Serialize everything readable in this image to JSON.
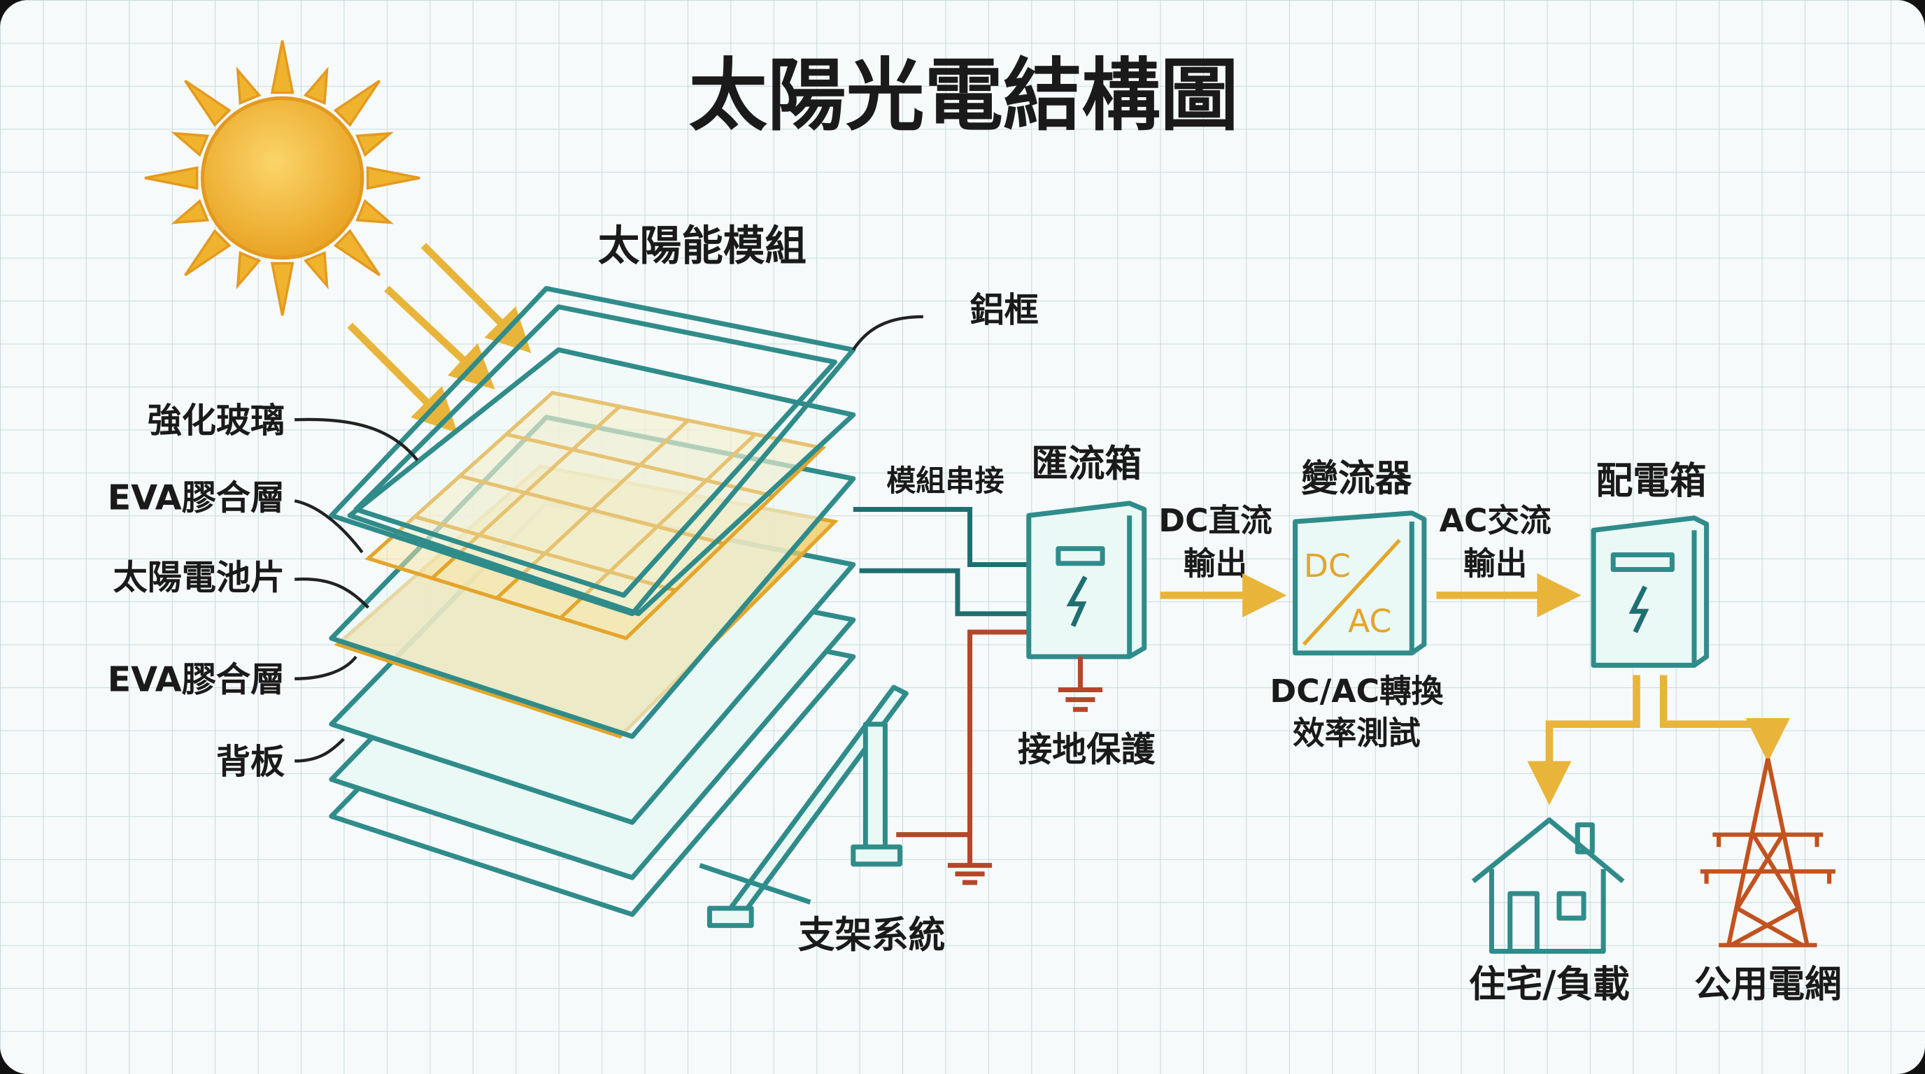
{
  "title": "太陽光電結構圖",
  "module": {
    "label": "太陽能模組",
    "layers": {
      "frame": "鋁框",
      "glass": "強化玻璃",
      "eva_top": "EVA膠合層",
      "cells": "太陽電池片",
      "eva_bottom": "EVA膠合層",
      "backsheet": "背板"
    },
    "support": "支架系統"
  },
  "flow": {
    "string_connection": "模組串接",
    "combiner_box": "匯流箱",
    "grounding": "接地保護",
    "dc_output_line1": "DC直流",
    "dc_output_line2": "輸出",
    "inverter": "變流器",
    "inverter_dc": "DC",
    "inverter_ac": "AC",
    "inverter_note_line1": "DC/AC轉換",
    "inverter_note_line2": "效率測試",
    "ac_output_line1": "AC交流",
    "ac_output_line2": "輸出",
    "distribution_box": "配電箱",
    "load": "住宅/負載",
    "grid": "公用電網"
  },
  "colors": {
    "teal": "#2f8c8a",
    "sun": "#f0b32e",
    "ground": "#b4472a",
    "arrow": "#e8b53a"
  }
}
